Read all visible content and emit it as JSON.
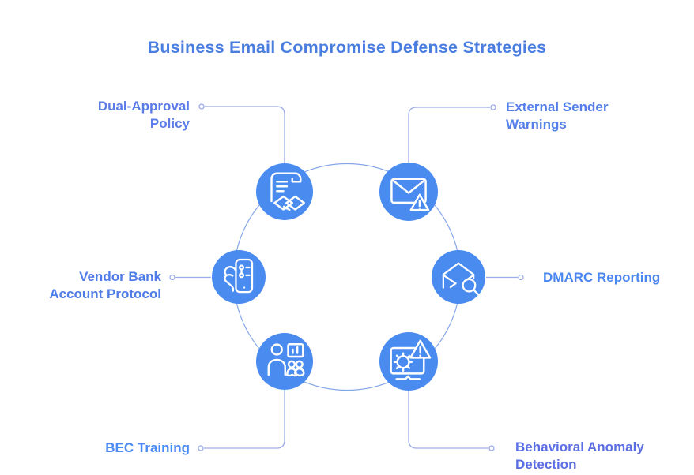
{
  "title": "Business Email Compromise Defense Strategies",
  "colors": {
    "title": "#4a7de0",
    "node_fill": "#4a8bf0",
    "icon_stroke": "#ffffff",
    "connector": "#9dabe9",
    "ring": "#85a6e9"
  },
  "nodes": [
    {
      "id": "dual-approval-policy",
      "label": "Dual-Approval Policy",
      "icon": "document-handshake-icon",
      "color": "#5b7ce8"
    },
    {
      "id": "external-sender-warnings",
      "label": "External Sender Warnings",
      "icon": "envelope-warning-icon",
      "color": "#5580ea"
    },
    {
      "id": "vendor-bank-account-protocol",
      "label": "Vendor Bank Account Protocol",
      "icon": "hand-phone-checklist-icon",
      "color": "#4f7ce8"
    },
    {
      "id": "dmarc-reporting",
      "label": "DMARC Reporting",
      "icon": "open-envelope-magnifier-icon",
      "color": "#4a86f0"
    },
    {
      "id": "bec-training",
      "label": "BEC Training",
      "icon": "presentation-training-icon",
      "color": "#4a8af5"
    },
    {
      "id": "behavioral-anomaly-detection",
      "label": "Behavioral Anomaly Detection",
      "icon": "monitor-bug-alert-icon",
      "color": "#5b6ee4"
    }
  ]
}
